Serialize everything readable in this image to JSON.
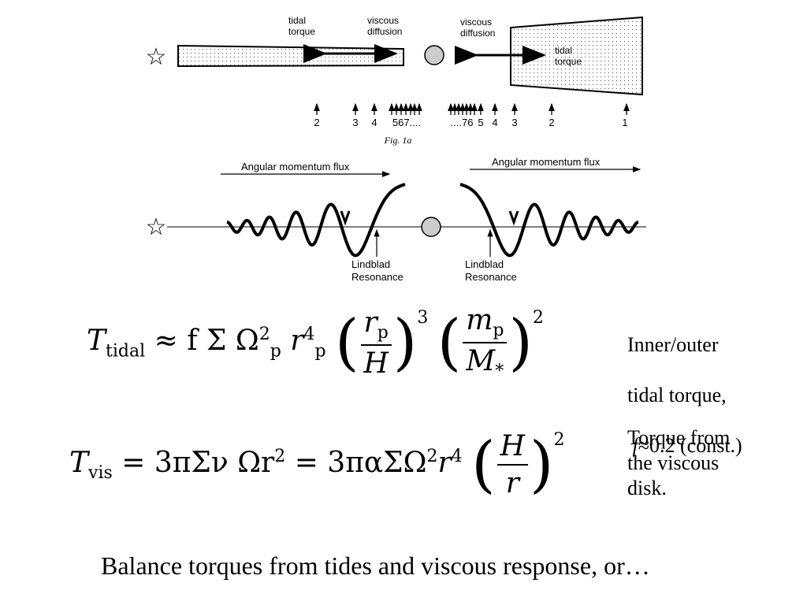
{
  "figure": {
    "label_tidal_torque_left": [
      "tidal",
      "torque"
    ],
    "label_viscous_left": [
      "viscous",
      "diffusion"
    ],
    "label_viscous_right": [
      "viscous",
      "diffusion"
    ],
    "label_tidal_torque_right": [
      "tidal",
      "torque"
    ],
    "resonance_ticks_left": [
      "2",
      "3",
      "4",
      "567...."
    ],
    "resonance_ticks_right": [
      "....76",
      "5",
      "4",
      "3",
      "2",
      "1"
    ],
    "fig_caption": "Fig. 1a",
    "flux_left": "Angular momentum flux",
    "flux_right": "Angular momentum flux",
    "lindblad_left": [
      "Lindblad",
      "Resonance"
    ],
    "lindblad_right": [
      "Lindblad",
      "Resonance"
    ]
  },
  "equations": {
    "tidal": {
      "lhs": "T",
      "lhs_sub": "tidal",
      "approx": "≈ f Σ Ω",
      "omega_sup": "2",
      "omega_sub": "p",
      "r": "r",
      "r_sup": "4",
      "r_sub": "p",
      "f1_num": "r",
      "f1_num_sub": "p",
      "f1_den": "H",
      "f1_exp": "3",
      "f2_num": "m",
      "f2_num_sub": "p",
      "f2_den": "M",
      "f2_den_sub": "*",
      "f2_exp": "2"
    },
    "visc": {
      "lhs": "T",
      "lhs_sub": "vis",
      "part1": "= 3πΣν Ωr",
      "part1_sup": "2",
      "part2": "= 3παΣΩ",
      "part2_sup1": "2",
      "part2_r": "r",
      "part2_sup2": "4",
      "frac_num": "H",
      "frac_den": "r",
      "exp": "2"
    }
  },
  "notes": {
    "tidal_note_lines": [
      "Inner/outer",
      "tidal torque,"
    ],
    "tidal_note_f": "f",
    "tidal_note_val": "≈0.2 (const.)",
    "visc_note": "Torque from\nthe viscous\n disk."
  },
  "caption": "Balance torques from tides and viscous response, or…"
}
